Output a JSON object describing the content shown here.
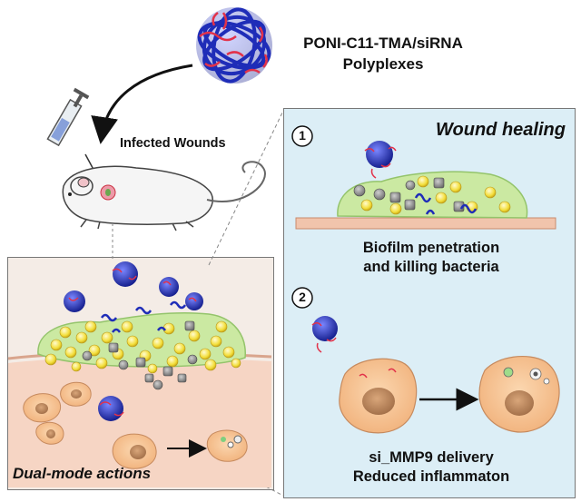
{
  "header": {
    "polyplex_line1": "PONI-C11-TMA/siRNA",
    "polyplex_line2": "Polyplexes",
    "infected_wounds": "Infected Wounds"
  },
  "left_panel": {
    "caption": "Dual-mode actions"
  },
  "right_panel": {
    "title": "Wound healing",
    "step1_number": "1",
    "step1_line1": "Biofilm penetration",
    "step1_line2": "and killing bacteria",
    "step2_number": "2",
    "step2_line1": "si_MMP9 delivery",
    "step2_line2": "Reduced inflammaton"
  },
  "colors": {
    "panel_bg_left": "#f2e6df",
    "panel_bg_right": "#dbecf4",
    "biofilm": "#c9e7a0",
    "tissue": "#f3c9b4",
    "cell": "#f7c89a",
    "bacteria": "#f5e44a",
    "polymer_blue": "#1f2db8",
    "sirna_red": "#e2324a"
  }
}
